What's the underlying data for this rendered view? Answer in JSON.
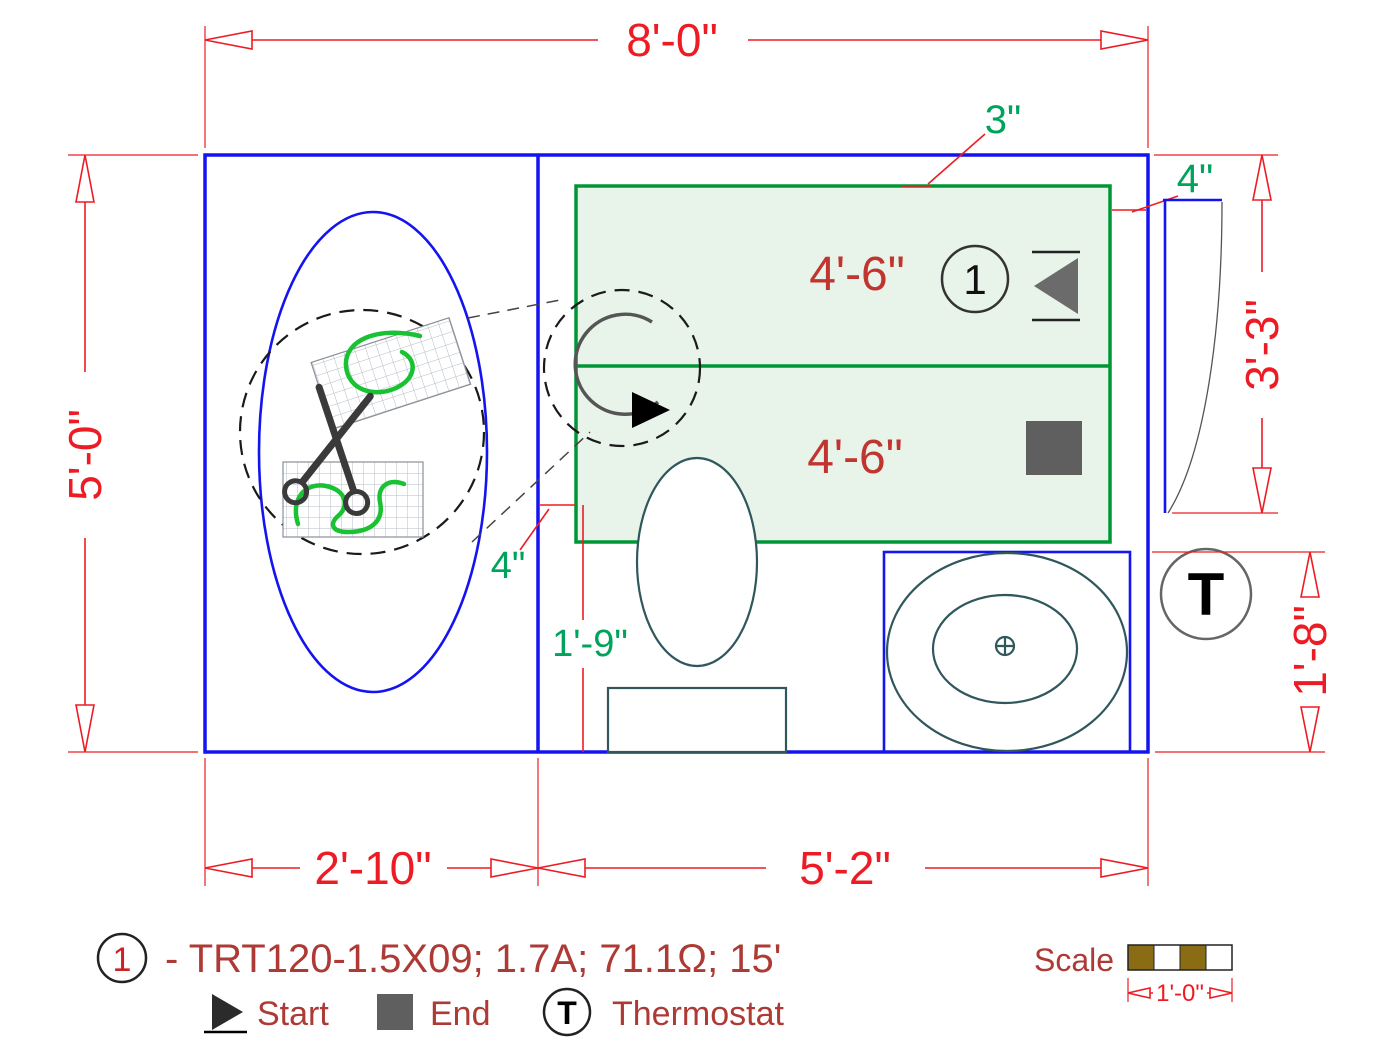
{
  "colors": {
    "wall_blue": "#1414f0",
    "dimension_red": "#ed1c24",
    "mat_border_green": "#009636",
    "mat_fill_green": "#e8f3e9",
    "offset_label_green": "#00a35c",
    "mat_text_red": "#c13530",
    "legend_text_red": "#ad3a35",
    "fixture_slate": "#2f575c",
    "symbol_gray": "#5f5f5f",
    "scale_gold": "#8a6c15",
    "cable_green": "#18c232"
  },
  "plan": {
    "dim_top": "8'-0\"",
    "dim_left": "5'-0\"",
    "dim_right_upper": "3'-3\"",
    "dim_right_lower": "1'-8\"",
    "dim_bottom_left": "2'-10\"",
    "dim_bottom_right": "5'-2\"",
    "offset_mat_top": "3\"",
    "offset_door": "4\"",
    "offset_mat_left": "4\"",
    "offset_mat_bottom": "1'-9\"",
    "mat_width_top": "4'-6\"",
    "mat_width_bottom": "4'-6\"",
    "mat_callout": "1",
    "thermostat_letter": "T"
  },
  "legend": {
    "callout_number": "1",
    "spec": "- TRT120-1.5X09; 1.7A; 71.1Ω; 15'",
    "start": "Start",
    "end": "End",
    "thermostat_letter": "T",
    "thermostat": "Thermostat",
    "scale": "Scale",
    "scale_length": "1'-0\""
  }
}
